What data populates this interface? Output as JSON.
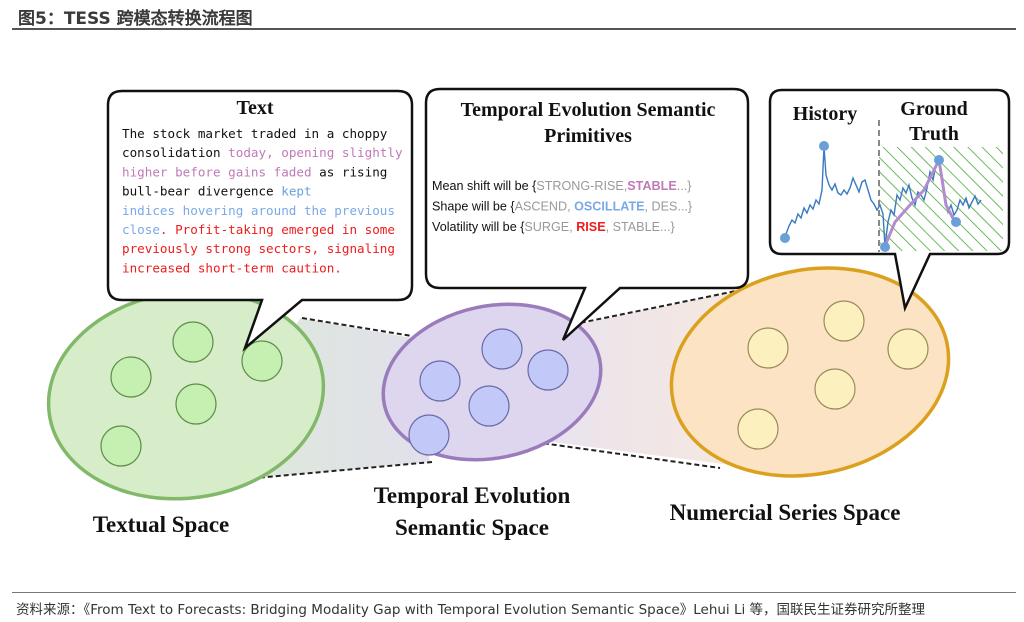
{
  "figure_title": "图5：TESS 跨模态转换流程图",
  "source_note": "资料来源：《From Text to Forecasts: Bridging Modality Gap with Temporal Evolution Semantic Space》Lehui Li 等，国联民生证券研究所整理",
  "text_box": {
    "heading": "Text",
    "lines": [
      [
        {
          "t": "The stock market traded in a choppy",
          "c": "#111111"
        }
      ],
      [
        {
          "t": "consolidation ",
          "c": "#111111"
        },
        {
          "t": "today, opening slightly",
          "c": "#c07ab8"
        }
      ],
      [
        {
          "t": "higher before gains faded",
          "c": "#c07ab8"
        },
        {
          "t": " as rising",
          "c": "#111111"
        }
      ],
      [
        {
          "t": "bull-bear divergence ",
          "c": "#111111"
        },
        {
          "t": "kept",
          "c": "#6aa0e0"
        }
      ],
      [
        {
          "t": "indices hovering around the previous",
          "c": "#7aa8e8"
        }
      ],
      [
        {
          "t": "close",
          "c": "#7aa8e8"
        },
        {
          "t": ". Profit-taking emerged in some",
          "c": "#ee1c1c"
        }
      ],
      [
        {
          "t": "previously strong sectors, signaling",
          "c": "#ee1c1c"
        }
      ],
      [
        {
          "t": "increased short-term caution.",
          "c": "#ee1c1c"
        }
      ]
    ]
  },
  "primitives_box": {
    "heading_line1": "Temporal Evolution Semantic",
    "heading_line2": "Primitives",
    "lines": [
      [
        {
          "t": "Mean shift will be {",
          "c": "#111111"
        },
        {
          "t": "STRONG-RISE,",
          "c": "#999999"
        },
        {
          "t": "STABLE",
          "c": "#c07ab8",
          "b": true
        },
        {
          "t": "...}",
          "c": "#999999"
        }
      ],
      [
        {
          "t": "Shape will be {",
          "c": "#111111"
        },
        {
          "t": "ASCEND, ",
          "c": "#999999"
        },
        {
          "t": "OSCILLATE",
          "c": "#7aa8e8",
          "b": true
        },
        {
          "t": ", DES...}",
          "c": "#999999"
        }
      ],
      [
        {
          "t": "Volatility will be {",
          "c": "#111111"
        },
        {
          "t": "SURGE, ",
          "c": "#999999"
        },
        {
          "t": "RISE",
          "c": "#ee1c1c",
          "b": true
        },
        {
          "t": ", STABLE...}",
          "c": "#999999"
        }
      ]
    ]
  },
  "series_box": {
    "history_label": "History",
    "ground_truth_line1": "Ground",
    "ground_truth_line2": "Truth"
  },
  "spaces": {
    "textual": "Textual Space",
    "semantic_line1": "Temporal Evolution",
    "semantic_line2": "Semantic Space",
    "numeric": "Numercial Series Space"
  },
  "colors": {
    "green_fill": "#d7ecc9",
    "green_stroke": "#82b86a",
    "green_dot": "#c6f0b2",
    "purple_fill": "#ddd6ee",
    "purple_stroke": "#9a7cbc",
    "purple_dot": "#c2c8f8",
    "orange_fill": "#fbe3c4",
    "orange_stroke": "#dba11e",
    "orange_dot": "#fdf0bf",
    "series_line": "#3a7ac0",
    "series_point": "#6a9fd8",
    "gt_path": "#b48ad0",
    "hatch": "#4aaa3a"
  }
}
